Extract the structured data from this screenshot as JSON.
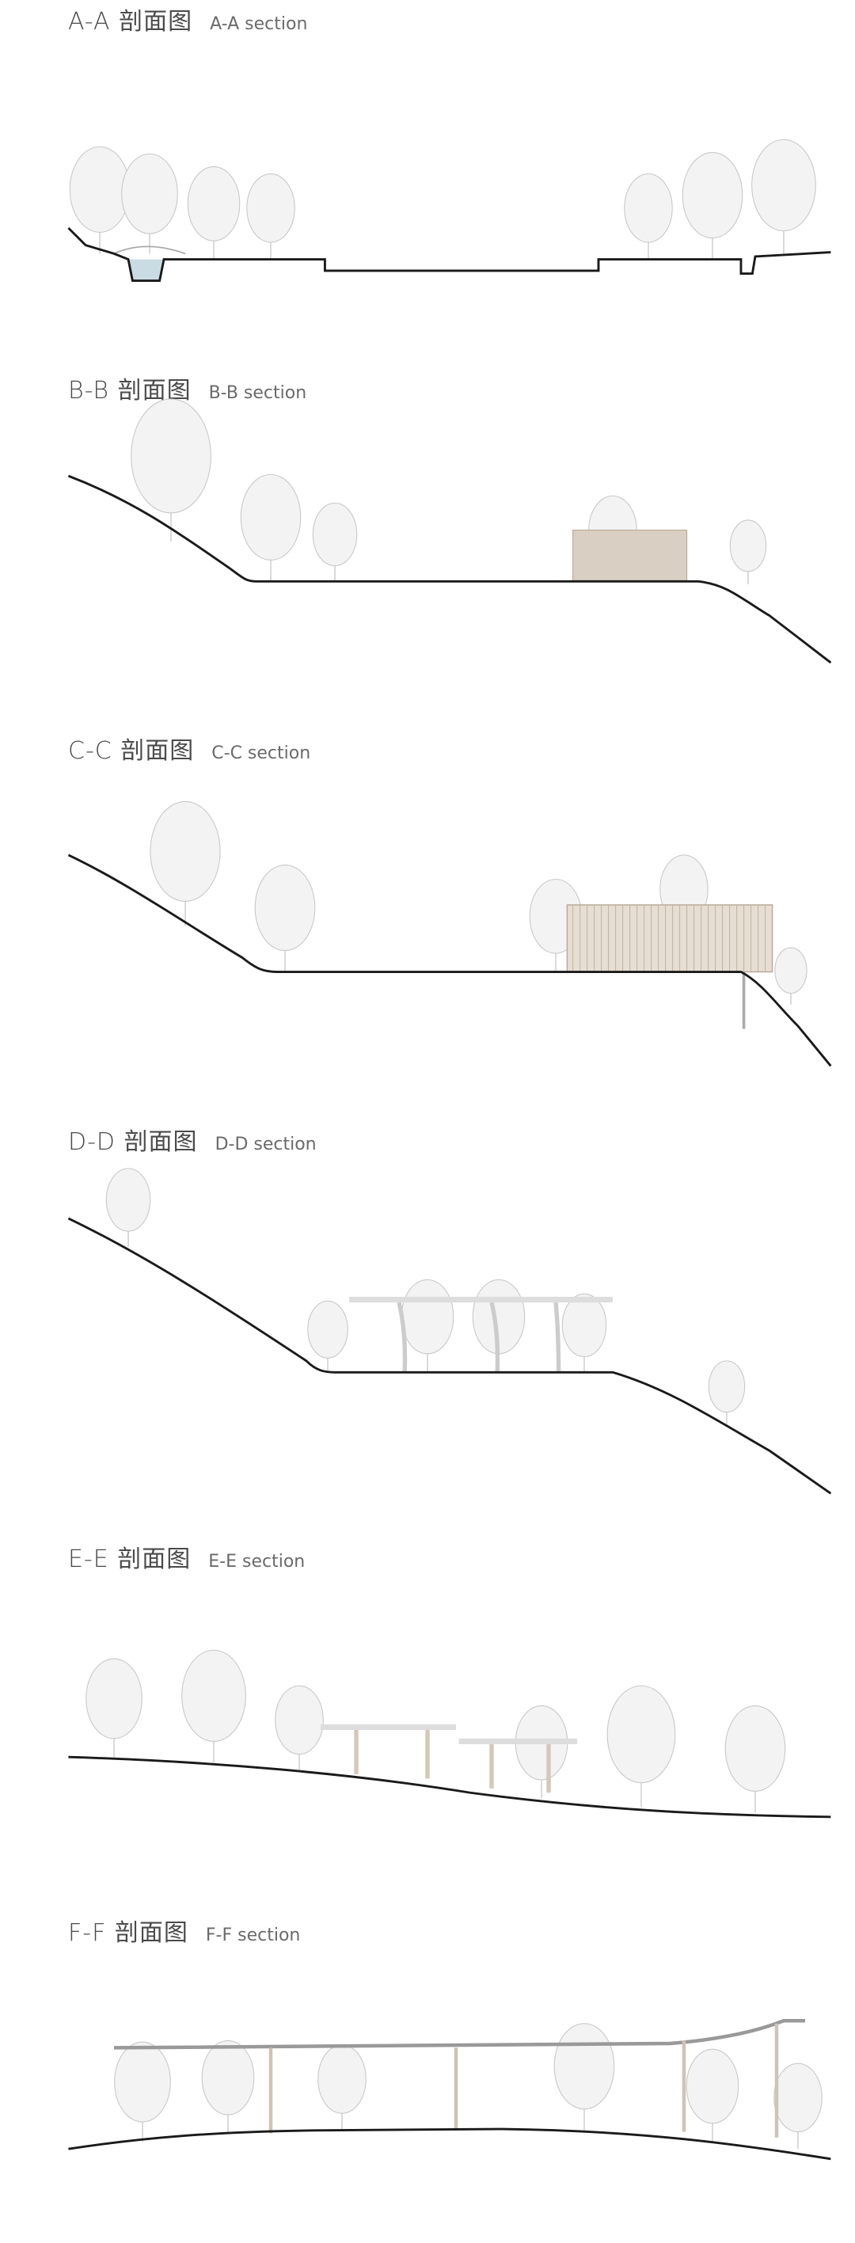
{
  "sections": [
    {
      "zh": "A-A 剖面图",
      "en": "A-A section"
    },
    {
      "zh": "B-B 剖面图",
      "en": "B-B section"
    },
    {
      "zh": "C-C 剖面图",
      "en": "C-C section"
    },
    {
      "zh": "D-D 剖面图",
      "en": "D-D section"
    },
    {
      "zh": "E-E 剖面图",
      "en": "E-E section"
    },
    {
      "zh": "F-F 剖面图",
      "en": "F-F section"
    }
  ],
  "colors": {
    "ground": "#1a1a1a",
    "tree": "#c8c8c8",
    "structure": "#d9cfc2",
    "water": "#bcd3dc"
  }
}
